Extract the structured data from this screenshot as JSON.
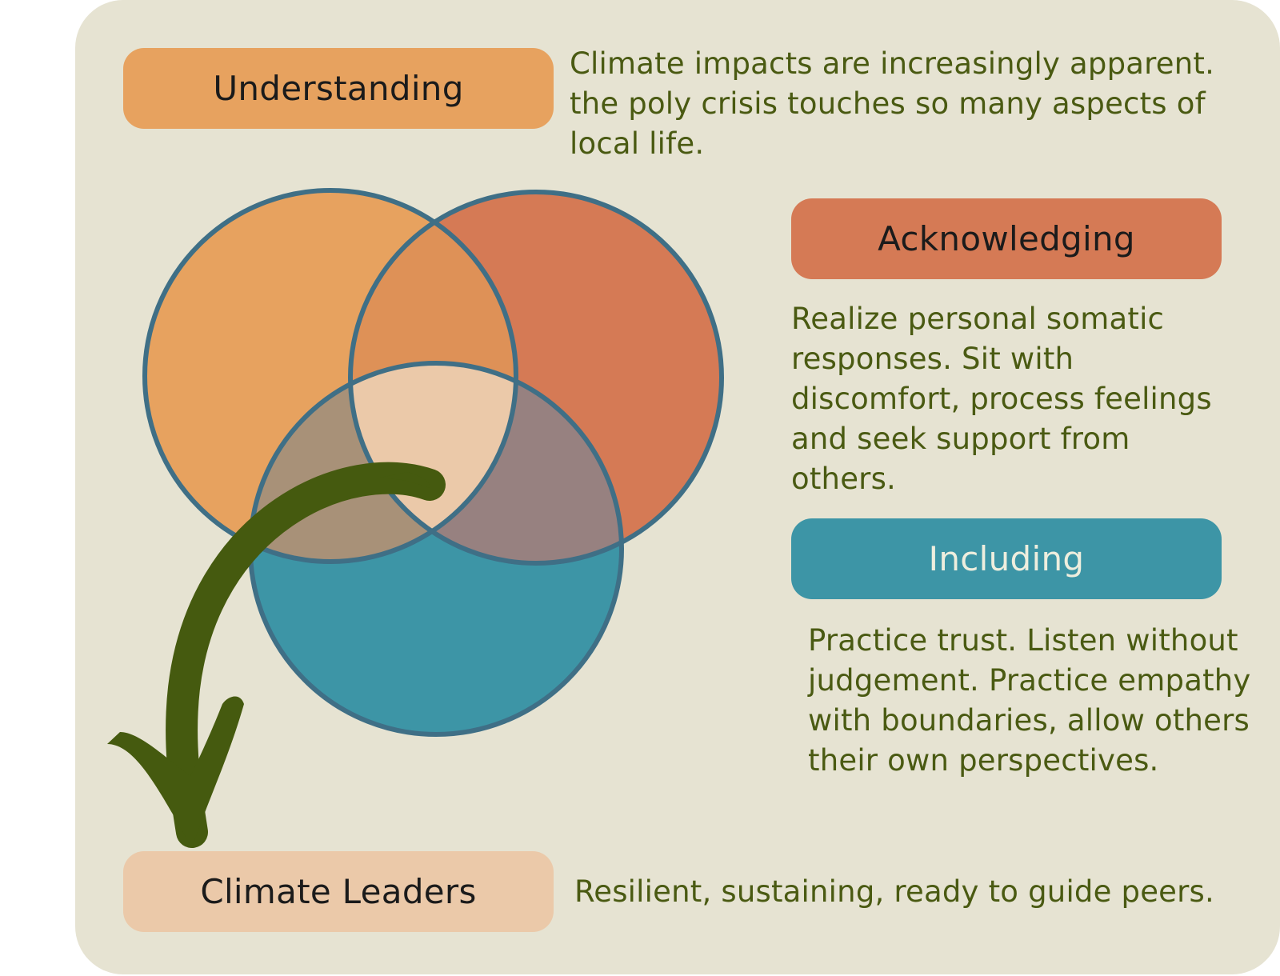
{
  "colors": {
    "card_bg": "#e6e3d2",
    "understanding": "#e7a25f",
    "acknowledging": "#d57a55",
    "including": "#3d95a6",
    "climate_leaders": "#ebc9a9",
    "outline": "#3f6f86",
    "overlap_ua": "#de9157",
    "overlap_ui": "#a89178",
    "overlap_ai": "#978180",
    "overlap_center": "#ebc9a9",
    "text": "#4a5a12",
    "arrow": "#455a0f",
    "label_dark": "#1b1b1b",
    "label_light": "#eeeede"
  },
  "stages": [
    {
      "label": "Understanding",
      "description": "Climate impacts are increasingly apparent. the poly crisis touches so many aspects of local life."
    },
    {
      "label": "Acknowledging",
      "description": "Realize personal somatic responses. Sit with discomfort, process feelings and seek support from others."
    },
    {
      "label": "Including",
      "description": "Practice trust. Listen without judgement. Practice empathy with boundaries, allow others their own perspectives."
    }
  ],
  "outcome": {
    "label": "Climate Leaders",
    "description": "Resilient, sustaining, ready to guide peers."
  },
  "icons": {
    "arrow": "curved-arrow-icon"
  }
}
